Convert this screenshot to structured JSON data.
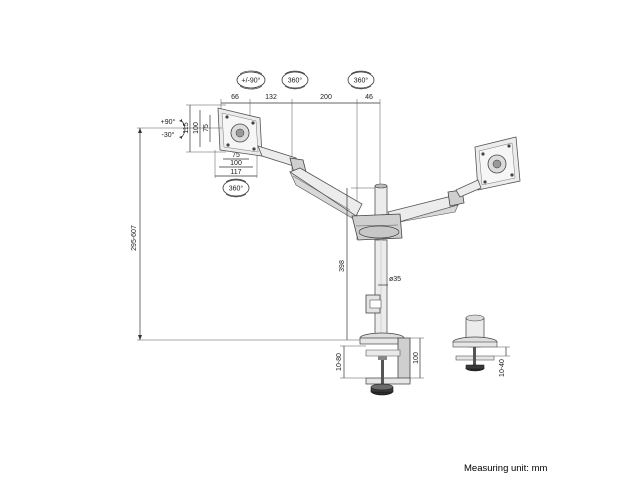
{
  "rotation_badges": {
    "top_tilt": "+/-90°",
    "top_swivel_left": "360°",
    "top_swivel_right": "360°",
    "bottom_swivel": "360°"
  },
  "tilt": {
    "up": "+90°",
    "down": "-30°"
  },
  "dimensions": {
    "arm_top": [
      "66",
      "132",
      "200",
      "46"
    ],
    "vesa_width": [
      "75",
      "100",
      "117"
    ],
    "vesa_height": [
      "115",
      "100",
      "75"
    ],
    "height_range": "295-607",
    "pole_height": "398",
    "pole_diameter": "ø35",
    "clamp_range": "10-80",
    "clamp_depth": "100",
    "grommet_range": "10-40"
  },
  "footer": {
    "measuring_unit": "Measuring unit: mm"
  }
}
